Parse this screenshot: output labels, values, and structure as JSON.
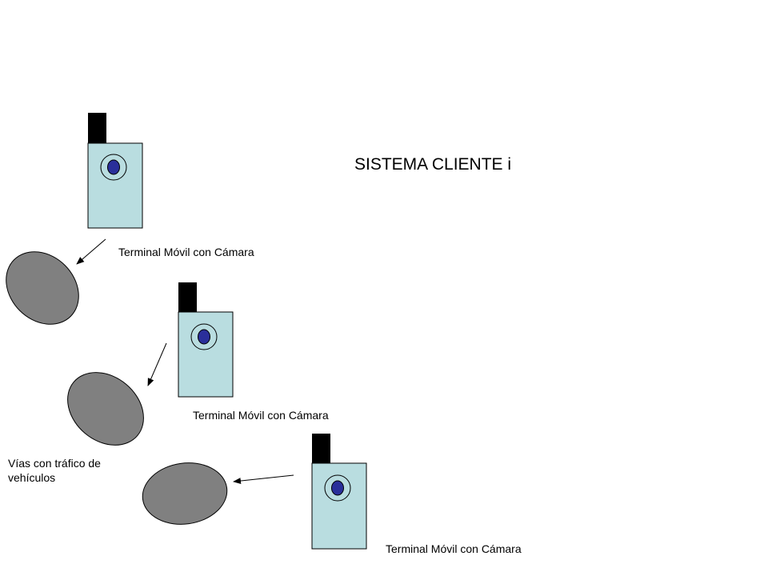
{
  "title": "SISTEMA CLIENTE i",
  "terminal_label": "Terminal Móvil con Cámara",
  "roads_label_line1": "Vías con tráfico de",
  "roads_label_line2": "vehículos",
  "colors": {
    "phone_body": "#b9dde0",
    "antenna": "#000000",
    "lens": "#2a2f9a",
    "road": "#808080",
    "stroke": "#000000"
  }
}
